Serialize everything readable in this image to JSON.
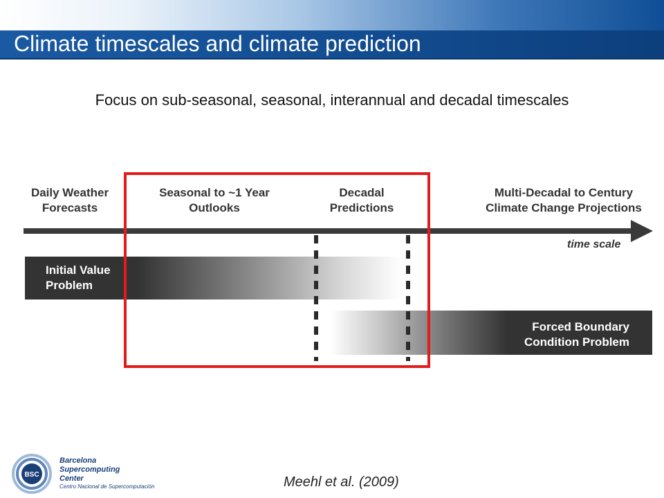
{
  "header": {
    "title": "Climate timescales and climate prediction"
  },
  "subtitle": "Focus on sub-seasonal, seasonal, interannual and decadal timescales",
  "diagram": {
    "timeline_labels": [
      {
        "line1": "Daily Weather",
        "line2": "Forecasts"
      },
      {
        "line1": "Seasonal to ~1 Year",
        "line2": "Outlooks"
      },
      {
        "line1": "Decadal",
        "line2": "Predictions"
      },
      {
        "line1": "Multi-Decadal to Century",
        "line2": "Climate Change Projections"
      }
    ],
    "axis_label": "time scale",
    "bars": [
      {
        "line1": "Initial Value",
        "line2": "Problem"
      },
      {
        "line1": "Forced Boundary",
        "line2": "Condition Problem"
      }
    ],
    "highlight_color": "#e21b1b"
  },
  "citation": "Meehl et al. (2009)",
  "logo": {
    "mark": "BSC",
    "name_line1": "Barcelona",
    "name_line2": "Supercomputing",
    "name_line3": "Center",
    "tagline": "Centro Nacional de Supercomputación"
  }
}
